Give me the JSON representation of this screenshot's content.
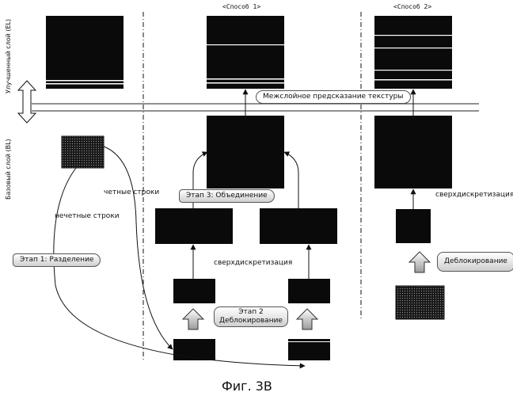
{
  "layers": {
    "enhanced": "Улучшенный слой (EL)",
    "base": "Базовый слой (BL)"
  },
  "methods": {
    "method1": "<Способ 1>",
    "method2": "<Способ 2>"
  },
  "labels": {
    "texture_prediction": "Межслойное предсказание текстуры",
    "even_rows": "четные строки",
    "odd_rows": "нечетные строки",
    "upsampling_1": "сверхдискретизация",
    "upsampling_2": "сверхдискретизация",
    "stage1": "Этап 1: Разделение",
    "stage2_title": "Этап 2",
    "stage2_text": "Деблокирование",
    "stage3": "Этап 3: Объединение",
    "deblocking_2": "Деблокирование"
  },
  "caption": "Фиг. 3В",
  "colors": {
    "block": "#0a0a0a",
    "line": "#222222",
    "pill_border": "#555555"
  }
}
